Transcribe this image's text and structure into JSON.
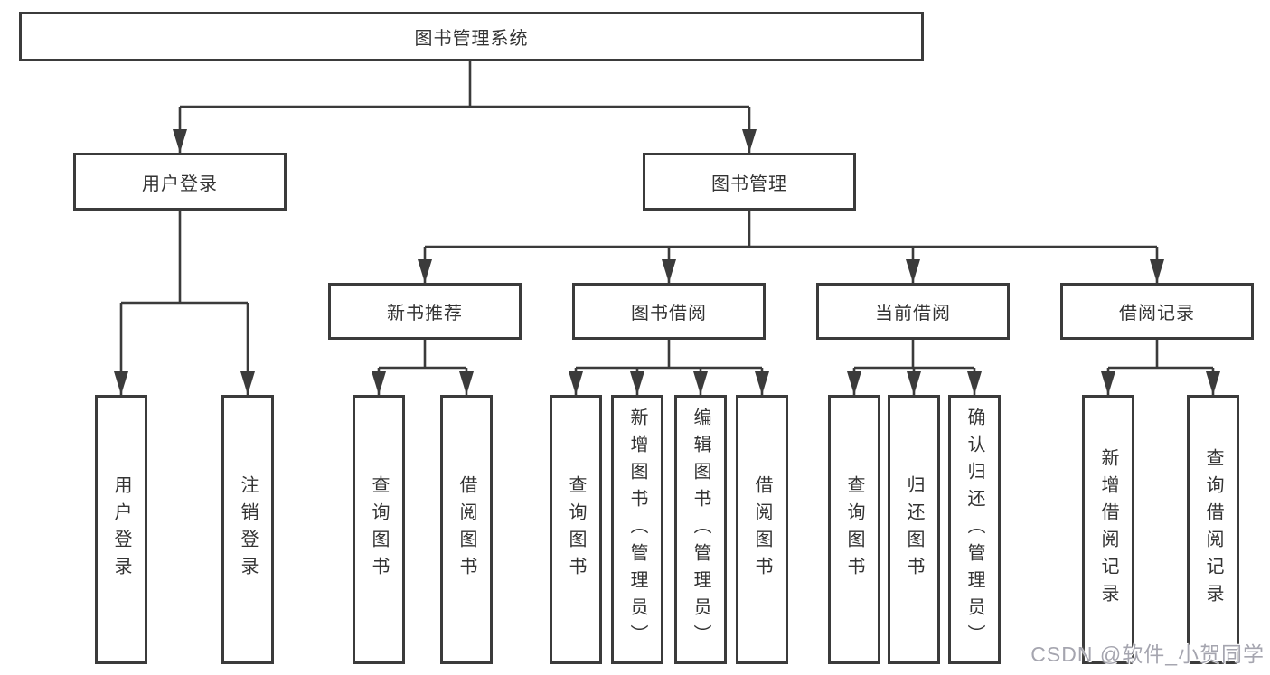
{
  "diagram": {
    "title": "图书管理系统",
    "level2": {
      "user_login": "用户登录",
      "book_management": "图书管理"
    },
    "level3": {
      "new_book_recommend": "新书推荐",
      "book_borrow": "图书借阅",
      "current_borrow": "当前借阅",
      "borrow_records": "借阅记录"
    },
    "leaves": {
      "user_login": "用户登录",
      "logout": "注销登录",
      "recommend_query_book": "查询图书",
      "recommend_borrow_book": "借阅图书",
      "borrow_query_book": "查询图书",
      "borrow_add_book_admin": "新增图书（管理员）",
      "borrow_edit_book_admin": "编辑图书（管理员）",
      "borrow_borrow_book": "借阅图书",
      "current_query_book": "查询图书",
      "current_return_book": "归还图书",
      "current_confirm_return_admin": "确认归还（管理员）",
      "records_add_record": "新增借阅记录",
      "records_query_record": "查询借阅记录"
    }
  },
  "watermark": "CSDN @软件_小贺同学",
  "colors": {
    "line": "#3b3b3b",
    "text": "#333333",
    "watermark": "#a5a5af",
    "background": "#ffffff"
  }
}
